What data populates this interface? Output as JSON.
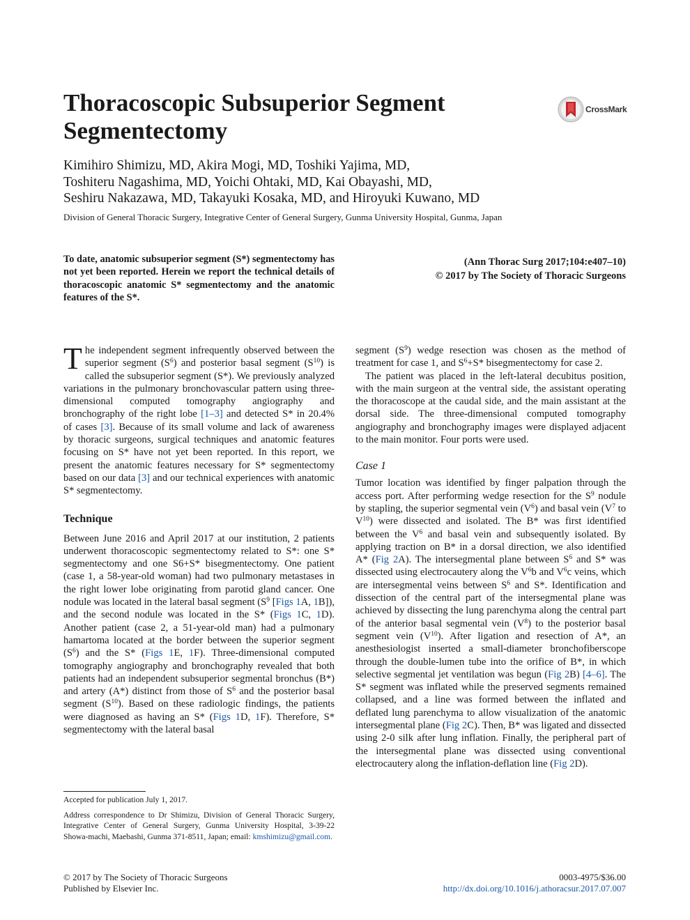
{
  "article": {
    "title": "Thoracoscopic Subsuperior Segment Segmentectomy",
    "authors": [
      "Kimihiro Shimizu, MD, Akira Mogi, MD, Toshiki Yajima, MD,",
      "Toshiteru Nagashima, MD, Yoichi Ohtaki, MD, Kai Obayashi, MD,",
      "Seshiru Nakazawa, MD, Takayuki Kosaka, MD, and Hiroyuki Kuwano, MD"
    ],
    "affiliation": "Division of General Thoracic Surgery, Integrative Center of General Surgery, Gunma University Hospital, Gunma, Japan",
    "crossmark_label": "CrossMark"
  },
  "abstract": "To date, anatomic subsuperior segment (S*) segmentectomy has not yet been reported. Herein we report the technical details of thoracoscopic anatomic S* segmentectomy and the anatomic features of the S*.",
  "citation": {
    "journal": "(Ann Thorac Surg 2017;104:e407–10)",
    "copyright": "© 2017 by The Society of Thoracic Surgeons"
  },
  "body": {
    "intro": {
      "dropcap": "T",
      "t1": "he independent segment infrequently observed between the superior segment (S",
      "sup1": "6",
      "t2": ") and posterior basal segment (S",
      "sup2": "10",
      "t3": ") is called the subsuperior segment (S*). We previously analyzed variations in the pulmonary bronchovascular pattern using three-dimensional computed tomography angiography and bronchography of the right lobe ",
      "ref1": "[1–3]",
      "t4": " and detected S* in 20.4% of cases ",
      "ref2": "[3]",
      "t5": ". Because of its small volume and lack of awareness by thoracic surgeons, surgical techniques and anatomic features focusing on S* have not yet been reported. In this report, we present the anatomic features necessary for S* segmentectomy based on our data ",
      "ref3": "[3]",
      "t6": " and our technical experiences with anatomic S* segmentectomy."
    },
    "technique": {
      "heading": "Technique",
      "t1": "Between June 2016 and April 2017 at our institution, 2 patients underwent thoracoscopic segmentectomy related to S*: one S* segmentectomy and one S6+S* bisegmentectomy. One patient (case 1, a 58-year-old woman) had two pulmonary metastases in the right lower lobe originating from parotid gland cancer. One nodule was located in the lateral basal segment (S",
      "sup1": "9",
      "t2": " [",
      "l1": "Figs 1",
      "t3": "A, ",
      "l2": "1",
      "t4": "B]), and the second nodule was located in the S* (",
      "l3": "Figs 1",
      "t5": "C, ",
      "l4": "1",
      "t6": "D). Another patient (case 2, a 51-year-old man) had a pulmonary hamartoma located at the border between the superior segment (S",
      "sup2": "6",
      "t7": ") and the S* (",
      "l5": "Figs 1",
      "t8": "E, ",
      "l6": "1",
      "t9": "F). Three-dimensional computed tomography angiography and bronchography revealed that both patients had an independent subsuperior segmental bronchus (B*) and artery (A*) distinct from those of S",
      "sup3": "6",
      "t10": " and the posterior basal segment (S",
      "sup4": "10",
      "t11": "). Based on these radiologic findings, the patients were diagnosed as having an S* (",
      "l7": "Figs 1",
      "t12": "D, ",
      "l8": "1",
      "t13": "F). Therefore, S* segmentectomy with the lateral basal"
    },
    "right_cont": {
      "t1": "segment (S",
      "sup1": "9",
      "t2": ") wedge resection was chosen as the method of treatment for case 1, and S",
      "sup2": "6",
      "t3": "+S* bisegmentectomy for case 2."
    },
    "patient_para": "The patient was placed in the left-lateral decubitus position, with the main surgeon at the ventral side, the assistant operating the thoracoscope at the caudal side, and the main assistant at the dorsal side. The three-dimensional computed tomography angiography and bronchography images were displayed adjacent to the main monitor. Four ports were used.",
    "case1": {
      "heading": "Case 1",
      "t1": "Tumor location was identified by finger palpation through the access port. After performing wedge resection for the S",
      "sup1": "9",
      "t2": " nodule by stapling, the superior segmental vein (V",
      "sup2": "6",
      "t3": ") and basal vein (V",
      "sup3": "7",
      "t4": " to V",
      "sup4": "10",
      "t5": ") were dissected and isolated. The B* was first identified between the V",
      "sup5": "6",
      "t6": " and basal vein and subsequently isolated. By applying traction on B* in a dorsal direction, we also identified A* (",
      "l1": "Fig 2",
      "t7": "A). The intersegmental plane between S",
      "sup6": "6",
      "t8": " and S* was dissected using electrocautery along the V",
      "sup7": "6",
      "t9": "b and V",
      "sup8": "6",
      "t10": "c veins, which are intersegmental veins between S",
      "sup9": "6",
      "t11": " and S*. Identification and dissection of the central part of the intersegmental plane was achieved by dissecting the lung parenchyma along the central part of the anterior basal segmental vein (V",
      "sup10": "8",
      "t12": ") to the posterior basal segment vein (V",
      "sup11": "10",
      "t13": "). After ligation and resection of A*, an anesthesiologist inserted a small-diameter bronchofiberscope through the double-lumen tube into the orifice of B*, in which selective segmental jet ventilation was begun (",
      "l2": "Fig 2",
      "t14": "B) ",
      "ref1": "[4–6]",
      "t15": ". The S* segment was inflated while the preserved segments remained collapsed, and a line was formed between the inflated and deflated lung parenchyma to allow visualization of the anatomic intersegmental plane (",
      "l3": "Fig 2",
      "t16": "C). Then, B* was ligated and dissected using 2-0 silk after lung inflation. Finally, the peripheral part of the intersegmental plane was dissected using conventional electrocautery along the inflation-deflation line (",
      "l4": "Fig 2",
      "t17": "D)."
    }
  },
  "footnotes": {
    "accepted": "Accepted for publication July 1, 2017.",
    "correspondence": "Address correspondence to Dr Shimizu, Division of General Thoracic Surgery, Integrative Center of General Surgery, Gunma University Hospital, 3-39-22 Showa-machi, Maebashi, Gunma 371-8511, Japan; email: ",
    "email": "kmshimizu@gmail.com",
    "email_end": "."
  },
  "footer": {
    "copyright": "© 2017 by The Society of Thoracic Surgeons",
    "publisher": "Published by Elsevier Inc.",
    "price": "0003-4975/$36.00",
    "doi": "http://dx.doi.org/10.1016/j.athoracsur.2017.07.007"
  },
  "colors": {
    "link": "#1a57a7",
    "text": "#1a1a1a",
    "crossmark_red": "#c0282d"
  }
}
